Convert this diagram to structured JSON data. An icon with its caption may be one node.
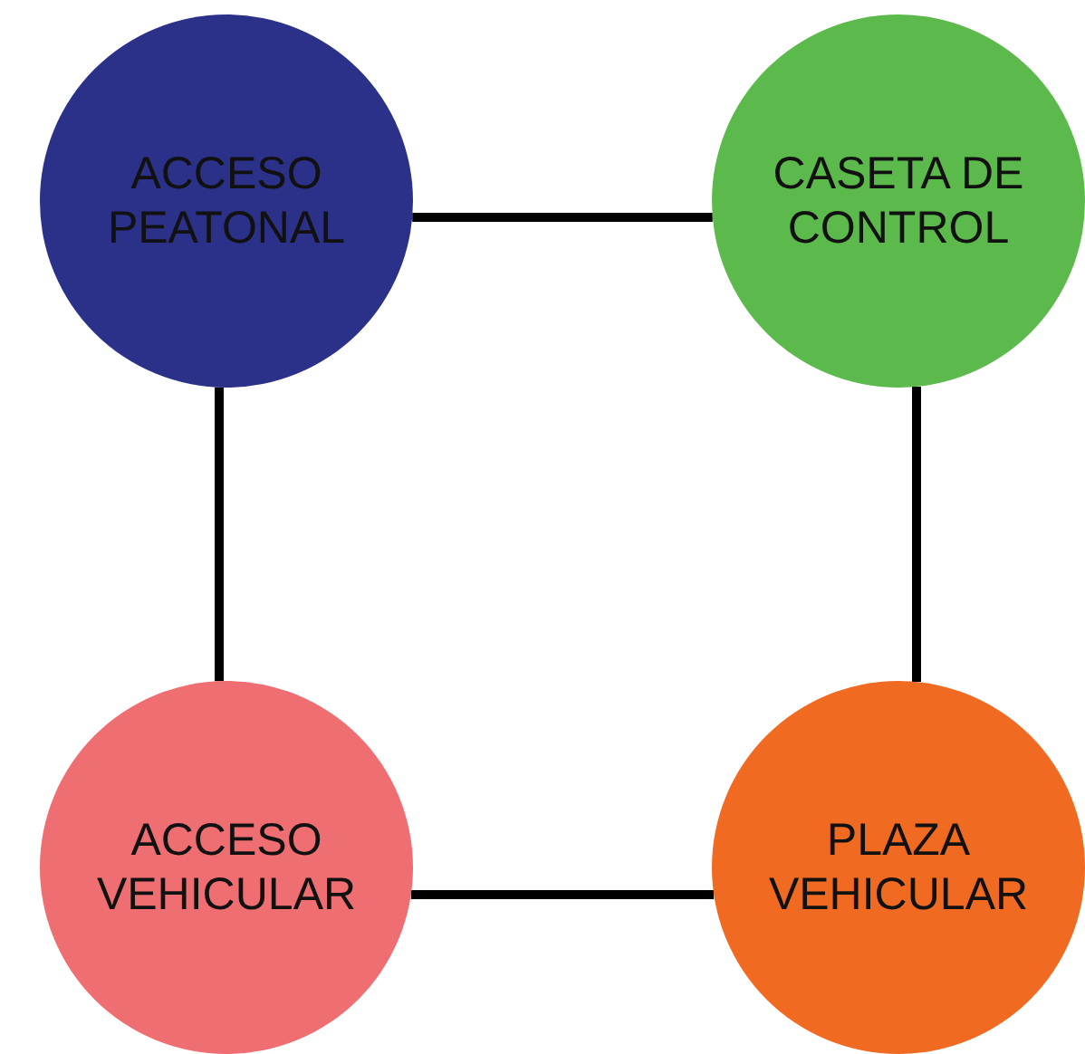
{
  "diagram": {
    "nodes": [
      {
        "text": [
          "ACCESO PEATONAL"
        ]
      },
      {
        "text": [
          "CASETA DE CONTROL"
        ]
      },
      {
        "text": [
          "ACCESO VEHICULAR"
        ]
      },
      {
        "text": [
          "PLAZA VEHICULAR"
        ]
      }
    ],
    "edges": [
      {
        "from": 0,
        "to": 1,
        "arrow": "none"
      },
      {
        "from": 0,
        "to": 2,
        "arrow": "none"
      },
      {
        "from": 1,
        "to": 3,
        "arrow": "none"
      },
      {
        "from": 2,
        "to": 3,
        "arrow": "none"
      }
    ]
  }
}
